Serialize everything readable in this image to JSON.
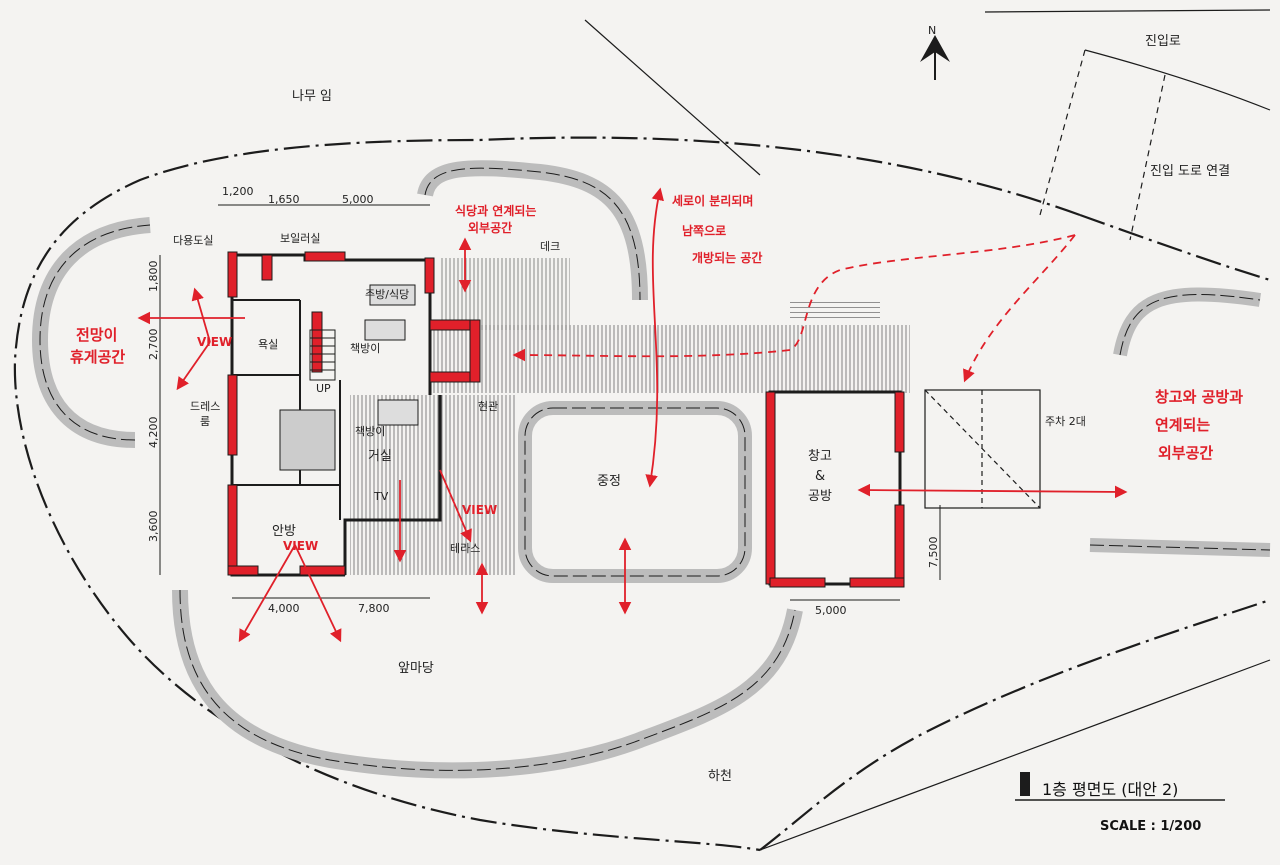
{
  "labels": {
    "forest": "나무 임",
    "entry_road": "진입로",
    "entry_road_ext": "진입 도로 연결",
    "yard": "앞마당",
    "stream": "하천",
    "courtyard": "중정",
    "living": "거실",
    "study1": "책방이",
    "study2": "책방이",
    "bath": "욕실",
    "dress": "드레스",
    "dress2": "룸",
    "main_room": "안방",
    "utility": "다용도실",
    "boiler": "보일러실",
    "kitchen": "주방/식당",
    "entrance": "현관",
    "upstair": "UP",
    "tv": "TV",
    "storage_a": "창고",
    "storage_b": "&",
    "storage_c": "공방",
    "parking": "주차 2대",
    "deck": "데크",
    "terrace": "테라스",
    "view1": "VIEW",
    "view2": "VIEW",
    "view3": "VIEW",
    "north": "N"
  },
  "notes": {
    "left_a": "전망이",
    "left_b": "휴게공간",
    "top_a": "식당과 연계되는",
    "top_b": "외부공간",
    "center_a": "세로이 분리되며",
    "center_b": "남쪽으로",
    "center_c": "개방되는 공간",
    "right_a": "창고와 공방과",
    "right_b": "연계되는",
    "right_c": "외부공간"
  },
  "dims": {
    "d1200": "1,200",
    "d1650": "1,650",
    "d5000a": "5,000",
    "d1800": "1,800",
    "d2700": "2,700",
    "d4200": "4,200",
    "d3600": "3,600",
    "d4000": "4,000",
    "d7800": "7,800",
    "d5000b": "5,000",
    "d7500": "7,500"
  },
  "title": {
    "main": "1층 평면도 (대안 2)",
    "scale": "SCALE : 1/200"
  },
  "colors": {
    "ink": "#1c1c1c",
    "red": "#e0202a",
    "paper": "#f4f3f1",
    "hatch": "#555555"
  }
}
